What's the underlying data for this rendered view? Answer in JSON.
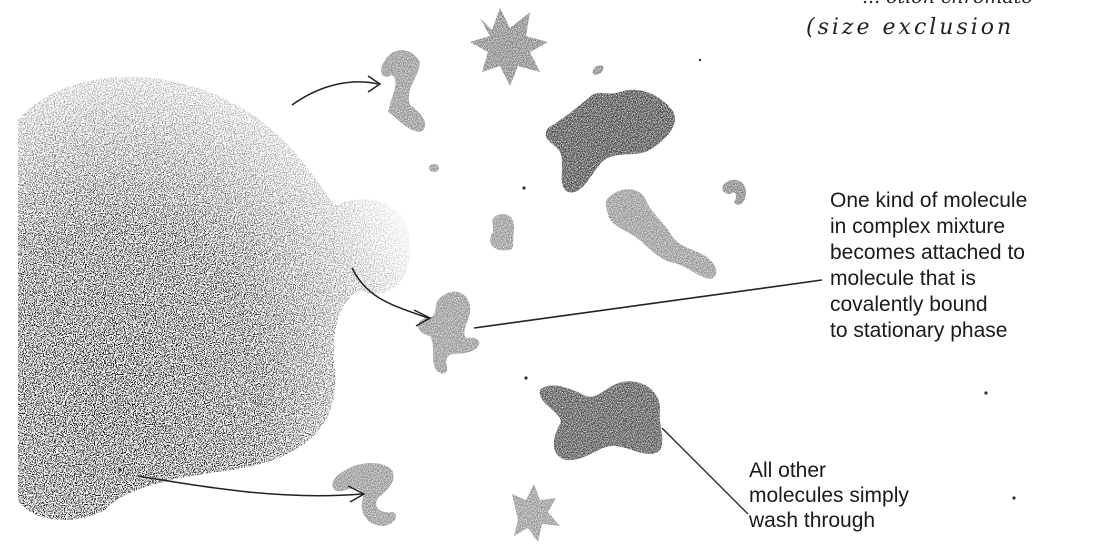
{
  "annotations": {
    "top_note": "... otion chromato",
    "size_note": "(size exclusion"
  },
  "labels": {
    "attached": [
      "One kind of molecule",
      "in complex mixture",
      "becomes attached to",
      "molecule that is",
      "covalently bound",
      "to stationary phase"
    ],
    "other": [
      "All other",
      "molecules simply",
      "wash through"
    ]
  },
  "colors": {
    "ink": "#1a1a1a",
    "grey_molecule": "#8a8a8a",
    "dark_molecule": "#3d3d3d",
    "background": "#ffffff"
  }
}
